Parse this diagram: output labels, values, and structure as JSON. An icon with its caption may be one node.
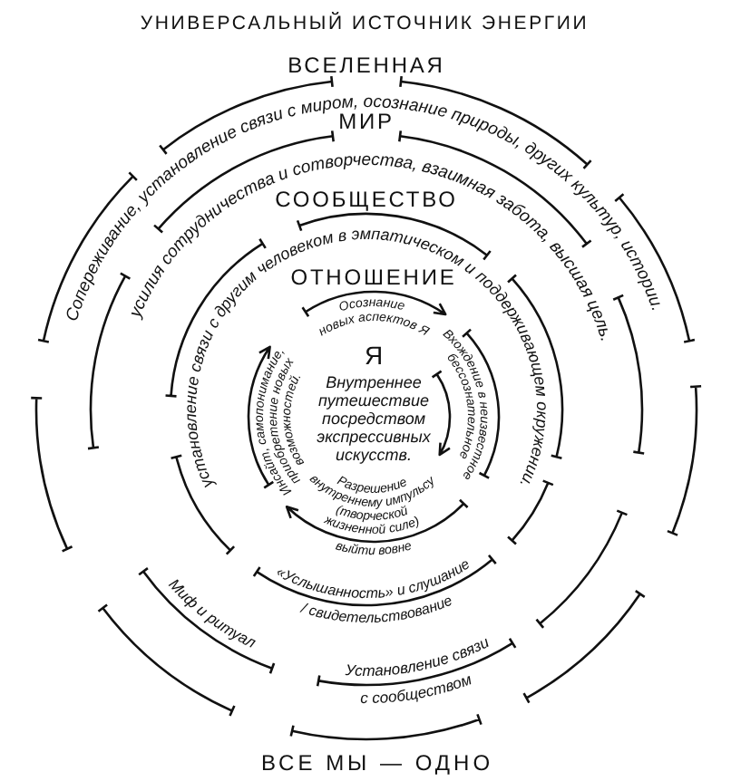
{
  "diagram": {
    "title": "УНИВЕРСАЛЬНЫЙ ИСТОЧНИК ЭНЕРГИИ",
    "nodes": [
      {
        "text": [
          "ВСЕЛЕННАЯ"
        ]
      },
      {
        "text": [
          "МИР"
        ],
        "in": 0
      },
      {
        "text": [
          "СООБЩЕСТВО"
        ],
        "in": 1
      },
      {
        "text": [
          "ОТНОШЕНИЕ",
          "Осознание новых аспектов Я",
          "Вхождение в неизвестное бессознательное",
          "Разрешение внутреннему импульсу (творческой жизненной силе) выйти вовне",
          "Инсайт, самопонимание, приобретение новых возможностей."
        ],
        "in": 2
      }
    ],
    "labels": [
      "Сопереживание, установление связи с миром, осознание природы, других культур, истории.",
      "усилия сотрудничества и сотворчества, взаимная забота, высшая цель.",
      "установление связи с другим человеком в эмпатическом и поддерживающем окружении.",
      "Я",
      "Внутреннее путешествие посредством экспрессивных искусств.",
      "Миф и ритуал",
      "«Услышанность» и слушание / свидетельствование",
      "Установление связи с сообществом",
      "ВСЕ МЫ — ОДНО"
    ]
  }
}
